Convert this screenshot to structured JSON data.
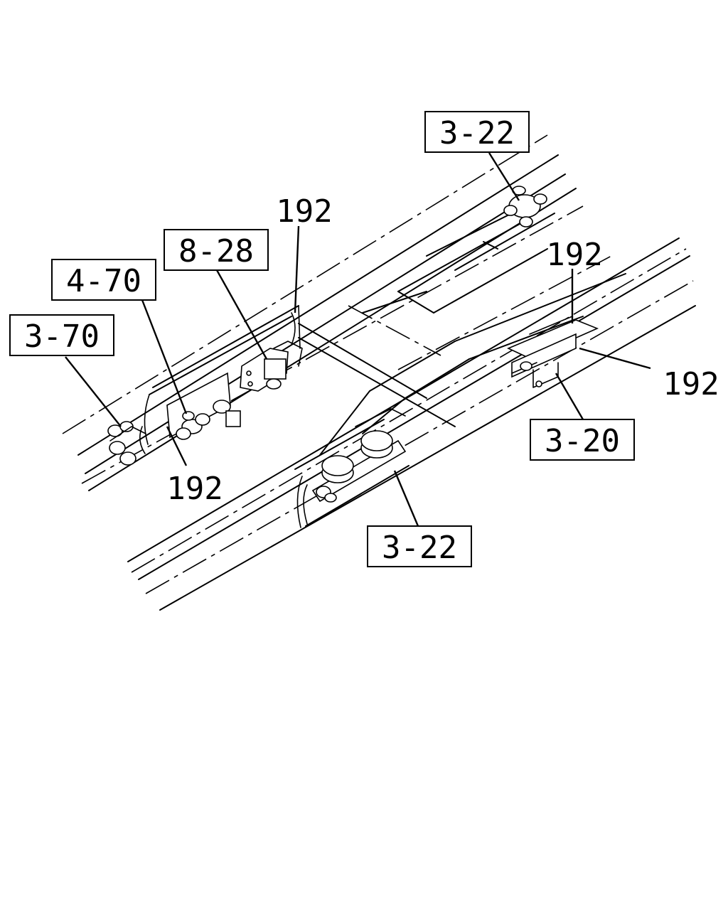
{
  "diagram": {
    "callouts": {
      "boxed": {
        "top_right_3_22": "3-22",
        "bracket_8_28": "8-28",
        "bracket_4_70": "4-70",
        "left_3_70": "3-70",
        "right_3_20": "3-20",
        "bottom_3_22": "3-22"
      },
      "plain": {
        "top_192": "192",
        "right_upper_192": "192",
        "right_lower_192": "192",
        "left_lower_192": "192"
      }
    }
  }
}
